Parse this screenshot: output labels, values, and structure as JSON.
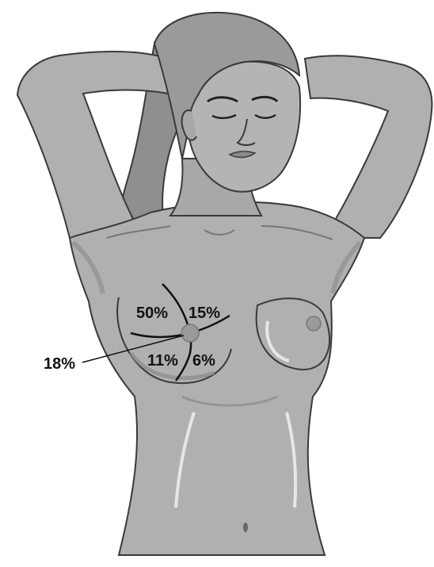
{
  "quadrant_labels": {
    "upper_outer": "50%",
    "upper_inner": "15%",
    "lower_outer": "11%",
    "lower_inner": "6%",
    "central": "18%"
  },
  "colors": {
    "skin": "#b0b0b0",
    "skin_dark": "#8a8a8a",
    "hair": "#9a9a9a",
    "outline": "#3a3a3a",
    "highlight": "#e6e6e6",
    "label_text": "#111111"
  }
}
